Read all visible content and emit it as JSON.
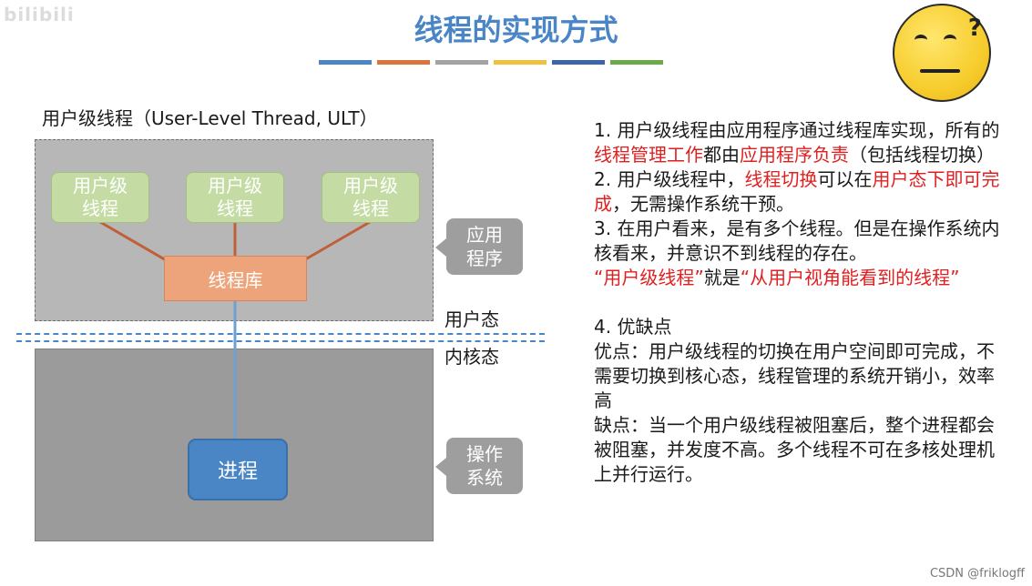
{
  "watermark_top": "bilibili",
  "title": "线程的实现方式",
  "color_stripes": [
    "#4a86c5",
    "#d9743f",
    "#a3a3a3",
    "#f0c040",
    "#3d63a8",
    "#6fa84a"
  ],
  "emoji": {
    "icon": "thinking-face-icon",
    "qmark": "?"
  },
  "diagram": {
    "heading": "用户级线程（User-Level Thread, ULT）",
    "threads": [
      "用户级\n线程",
      "用户级\n线程",
      "用户级\n线程"
    ],
    "library": "线程库",
    "process": "进程",
    "app_label": "应用\n程序",
    "os_label": "操作\n系统",
    "user_mode": "用户态",
    "kernel_mode": "内核态",
    "colors": {
      "connector": "#c0603a",
      "process_line": "#6fa0d0"
    }
  },
  "notes": {
    "p1_a": "1. 用户级线程由应用程序通过线程库实现，所有的",
    "p1_b": "线程管理工作",
    "p1_c": "都由",
    "p1_d": "应用程序负责",
    "p1_e": "（包括线程切换）",
    "p2_a": "2. 用户级线程中，",
    "p2_b": "线程切换",
    "p2_c": "可以在",
    "p2_d": "用户态下即可完成",
    "p2_e": "，无需操作系统干预。",
    "p3": "3. 在用户看来，是有多个线程。但是在操作系统内核看来，并意识不到线程的存在。",
    "p3_b": "“用户级线程”",
    "p3_c": "就是",
    "p3_d": "“从用户视角能看到的线程”",
    "p4_title": "4. 优缺点",
    "pros": "优点：用户级线程的切换在用户空间即可完成，不需要切换到核心态，线程管理的系统开销小，效率高",
    "cons": "缺点：当一个用户级线程被阻塞后，整个进程都会被阻塞，并发度不高。多个线程不可在多核处理机上并行运行。"
  },
  "footer_watermark": "CSDN @friklogff"
}
